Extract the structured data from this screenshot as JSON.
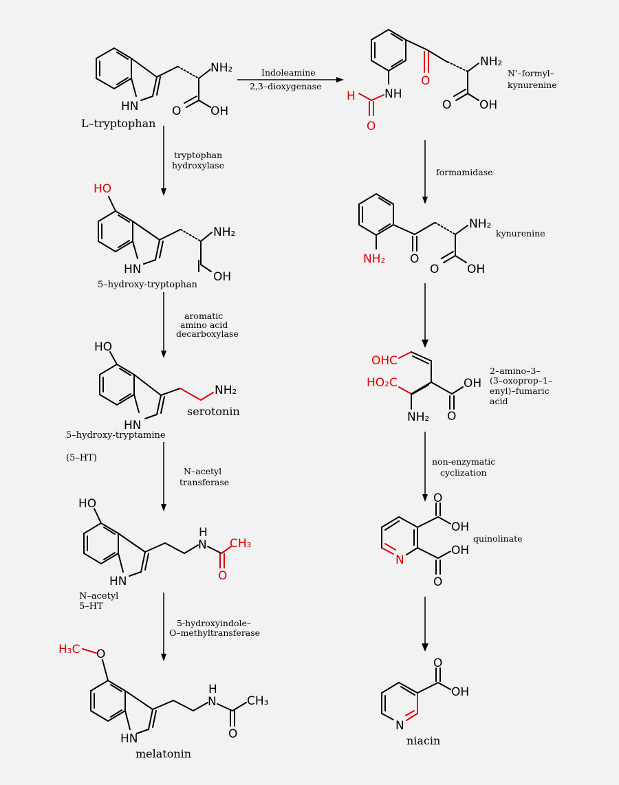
{
  "colors": {
    "background": "#f2f2f2",
    "highlight": "#e00000",
    "ink": "#000000"
  },
  "atoms": {
    "NH2": "NH₂",
    "HN": "HN",
    "NH": "NH",
    "H": "H",
    "N": "N",
    "O": "O",
    "OH": "OH",
    "HO": "HO",
    "CH3": "CH₃",
    "H3C": "H₃C",
    "OHC": "OHC",
    "HO2C": "HO₂C"
  },
  "compounds": {
    "tryptophan": "L–tryptophan",
    "hydroxytryptophan": "5–hydroxy-tryptophan",
    "serotonin": "serotonin",
    "hydroxytryptamine": "5–hydroxy-tryptamine",
    "ht_abbrev": "(5–HT)",
    "acetyl_5ht_line1": "N–acetyl",
    "acetyl_5ht_line2": "5–HT",
    "melatonin": "melatonin",
    "formylkynurenine_line1": "N'–formyl–",
    "formylkynurenine_line2": "kynurenine",
    "kynurenine": "kynurenine",
    "fumaric_line1": "2–amino–3–",
    "fumaric_line2": "(3–oxoprop–1–",
    "fumaric_line3": "enyl)–fumaric",
    "fumaric_line4": "acid",
    "quinolinate": "quinolinate",
    "niacin": "niacin"
  },
  "enzymes": {
    "ido_line1": "Indoleamine",
    "ido_line2": "2,3–dioxygenase",
    "th_line1": "tryptophan",
    "th_line2": "hydroxylase",
    "aadc_line1": "aromatic",
    "aadc_line2": "amino acid",
    "aadc_line3": "decarboxylase",
    "nat_line1": "N–acetyl",
    "nat_line2": "transferase",
    "hiomt_line1": "5-hydroxyindole–",
    "hiomt_line2": "O–methyltransferase",
    "formamidase": "formamidase",
    "cyclization_line1": "non-enzymatic",
    "cyclization_line2": "cyclization"
  }
}
